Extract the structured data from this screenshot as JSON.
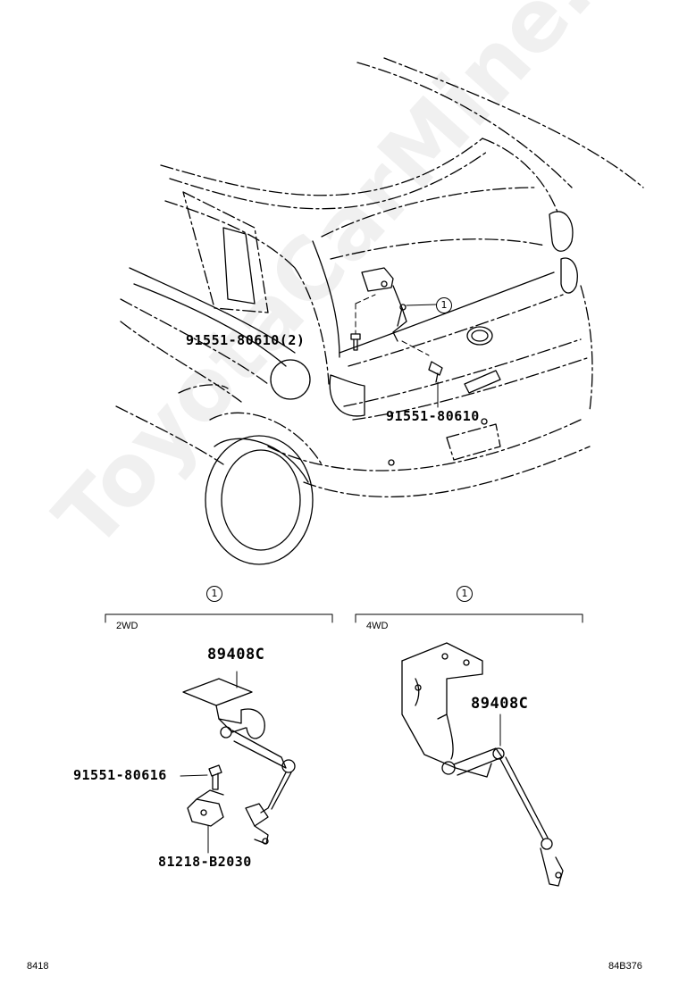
{
  "diagram": {
    "callout_marker": "1",
    "upper": {
      "part_bolt_left": "91551-80610(2)",
      "part_bolt_right": "91551-80610"
    },
    "panel_2wd": {
      "label": "2WD",
      "sensor_part": "89408C",
      "bolt_part": "91551-80616",
      "bracket_part": "81218-B2030"
    },
    "panel_4wd": {
      "label": "4WD",
      "sensor_part": "89408C"
    },
    "footer": {
      "left_code": "8418",
      "right_code": "84B376"
    },
    "watermark": "ToyotaCarMine.ru",
    "colors": {
      "ink": "#000000",
      "watermark": "#f0f0f0"
    }
  }
}
